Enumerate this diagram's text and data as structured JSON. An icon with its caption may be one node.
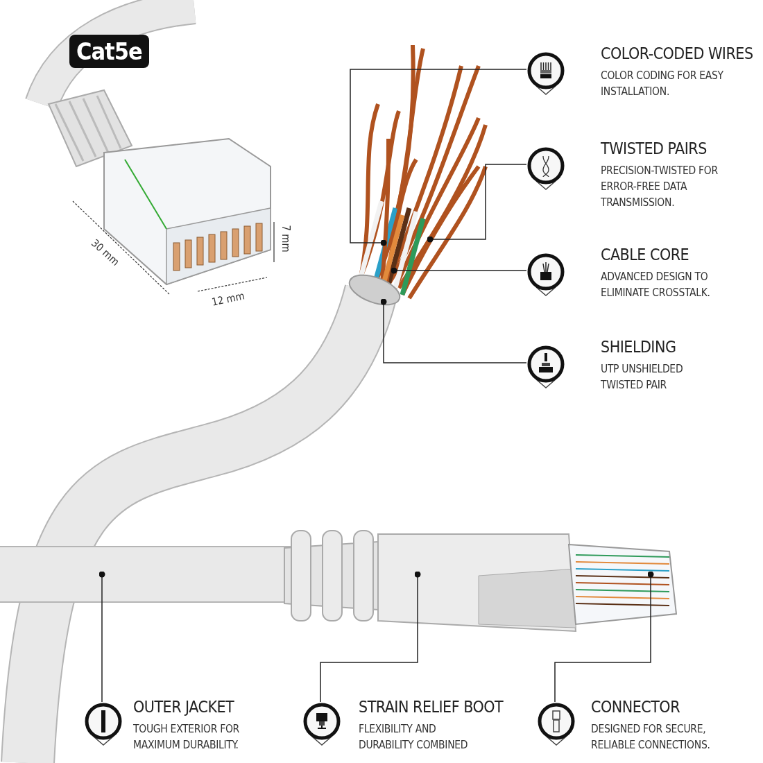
{
  "diagram": {
    "nodes": [
      {
        "text": [
          "Cat5e"
        ]
      },
      {
        "text": [
          "COLOR-CODED WIRES",
          "COLOR CODING FOR EASY INSTALLATION."
        ]
      },
      {
        "text": [
          "TWISTED PAIRS",
          "PRECISION-TWISTED FOR ERROR-FREE DATA TRANSMISSION."
        ]
      },
      {
        "text": [
          "CABLE CORE",
          "ADVANCED DESIGN TO ELIMINATE CROSSTALK."
        ]
      },
      {
        "text": [
          "SHIELDING",
          "UTP UNSHIELDED TWISTED PAIR"
        ]
      },
      {
        "text": [
          "OUTER JACKET",
          "TOUGH EXTERIOR FOR MAXIMUM DURABILITY."
        ]
      },
      {
        "text": [
          "STRAIN RELIEF BOOT",
          "FLEXIBILITY AND DURABILITY COMBINED"
        ]
      },
      {
        "text": [
          "CONNECTOR",
          "DESIGNED FOR SECURE, RELIABLE CONNECTIONS."
        ]
      }
    ],
    "edges": [
      {
        "from": 1,
        "to": null,
        "arrow": "other"
      },
      {
        "from": 2,
        "to": null,
        "arrow": "other"
      },
      {
        "from": 3,
        "to": null,
        "arrow": "other"
      },
      {
        "from": 4,
        "to": null,
        "arrow": "other"
      },
      {
        "from": 5,
        "to": null,
        "arrow": "other"
      },
      {
        "from": 6,
        "to": null,
        "arrow": "other"
      },
      {
        "from": 7,
        "to": null,
        "arrow": "other"
      }
    ],
    "labels": [
      "30 mm",
      "7 mm",
      "12 mm"
    ]
  }
}
